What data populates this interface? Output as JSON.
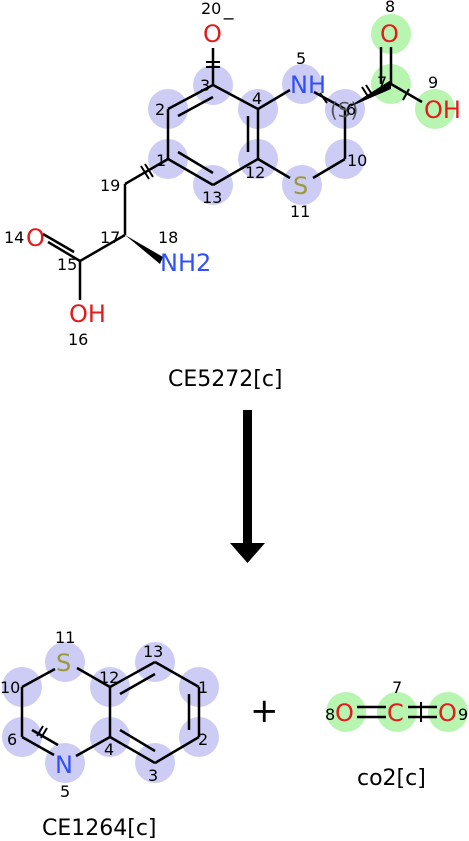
{
  "colors": {
    "bond": "#000000",
    "oxygen": "#e41a1c",
    "nitrogen": "#3050f8",
    "sulfur": "#9a9a3a",
    "highlight_blue": "#ccccf5",
    "highlight_green": "#b8f5b0"
  },
  "reactant": {
    "name": "CE5272[c]",
    "atoms": {
      "o20": "O",
      "o20_charge": "−",
      "n5": "NH",
      "s11": "S",
      "o8": "O",
      "oh9": "OH",
      "o14": "O",
      "oh16": "OH",
      "nh2_18": "NH2",
      "stereo": "(S)"
    },
    "numbers": [
      "20",
      "3",
      "2",
      "1",
      "4",
      "5",
      "6",
      "7",
      "8",
      "9",
      "10",
      "11",
      "12",
      "13",
      "14",
      "15",
      "16",
      "17",
      "18",
      "19"
    ]
  },
  "products": [
    {
      "name": "CE1264[c]",
      "atoms": {
        "s11": "S",
        "n5": "N"
      },
      "numbers": [
        "11",
        "13",
        "12",
        "1",
        "10",
        "2",
        "6",
        "4",
        "5",
        "3"
      ]
    },
    {
      "name": "co2[c]",
      "atoms": {
        "o8": "O",
        "c7": "C",
        "o9": "O"
      },
      "numbers": [
        "7",
        "8",
        "9"
      ]
    }
  ],
  "plus_sign": "+"
}
